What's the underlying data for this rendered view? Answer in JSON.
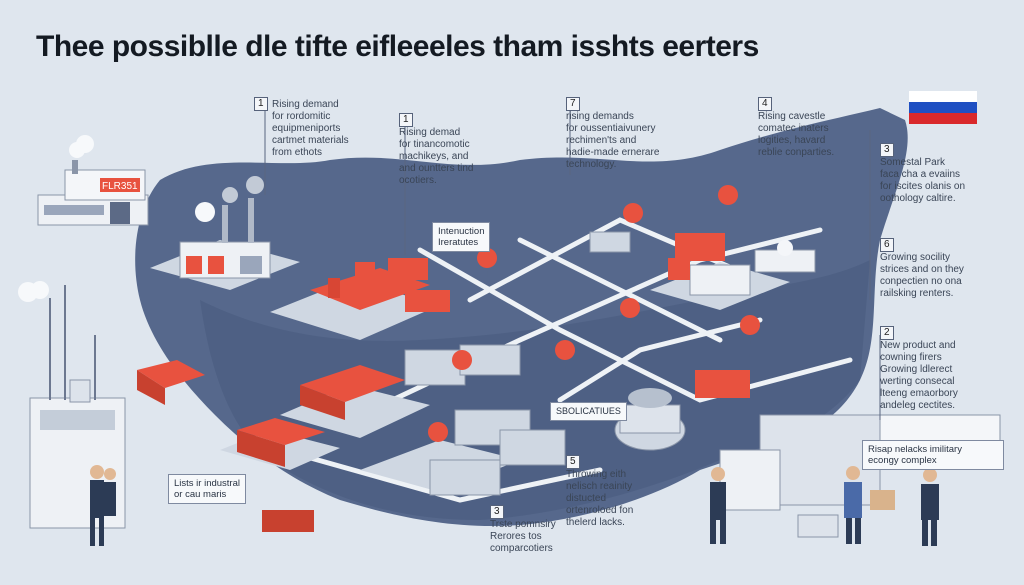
{
  "title": "Thee possiblle dle tifte eifleeeles tham isshts eerters",
  "callouts": [
    {
      "id": "c1a",
      "num": "1",
      "text": "Rising demand\nfor rordomitic\nequipmeniports\ncartmet materials\nfrom ethots"
    },
    {
      "id": "c1b",
      "num": "1",
      "text": "Rising demad\nfor tinancomotic\nmachikeys, and\nand ountters tind\nocotiers."
    },
    {
      "id": "c7",
      "num": "7",
      "text": "rising demands\nfor oussentiaivunery\nrechimen'ts and\nhadie-made ernerare\ntechnology."
    },
    {
      "id": "c4",
      "num": "4",
      "text": "Rising cavestle\ncomatec inaters\nlogities, havard\nreblie conparties."
    },
    {
      "id": "c3a",
      "num": "3",
      "text": "Somestal Park\nfaca cha a evaiins\nfor iscites olanis on\noothology caltire."
    },
    {
      "id": "c6",
      "num": "6",
      "text": "Growing socility\nstrices and on they\nconpectien no ona\nrailsking renters."
    },
    {
      "id": "c2",
      "num": "2",
      "text": "New product and\ncowning firers\nGrowing ldlerect\nwerting consecal\nlteeng emaorbory\nandeleg cectites."
    },
    {
      "id": "c5",
      "num": "5",
      "text": "Throwing eith\nnelisch reainity\ndistucted\nortenroloed fon\nthelerd lacks."
    },
    {
      "id": "c3b",
      "num": "3",
      "text": "Trste pomnsiry\nRerores tos\ncomparcotiers"
    }
  ],
  "labels": {
    "intro": "Intenuction\nIreratutes",
    "stoli": "SBOLICATIUES",
    "lists": "Lists ir industral\nor cau maris",
    "military": "Risap nelacks imilitary\necongy complex"
  },
  "factory_sign": "FLR351",
  "colors": {
    "map": "#56688c",
    "map_light": "#7c8daa",
    "bg": "#dfe6ee",
    "accent": "#e8523f",
    "road": "#eef2f6"
  },
  "flag": [
    "#ffffff",
    "#1f4fc2",
    "#d9292b"
  ]
}
